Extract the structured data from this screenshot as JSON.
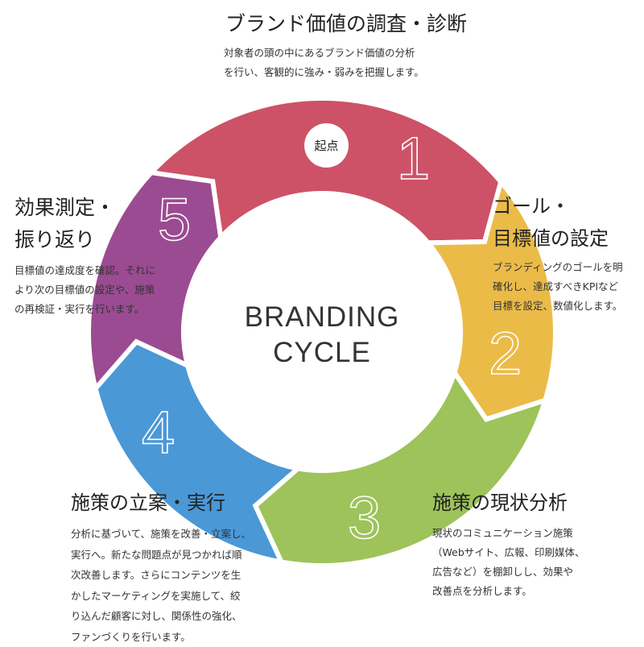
{
  "center_label": {
    "line1": "BRANDING",
    "line2": "CYCLE"
  },
  "start_badge": "起点",
  "steps": [
    {
      "number": "1",
      "color": "#cd5267",
      "title": [
        "ブランド価値の調査・診断"
      ],
      "desc": [
        "対象者の頭の中にあるブランド価値の分析",
        "を行い、客観的に強み・弱みを把握します。"
      ]
    },
    {
      "number": "2",
      "color": "#ebbb48",
      "title": [
        "ゴール・",
        "目標値の設定"
      ],
      "desc": [
        "ブランディングのゴールを明",
        "確化し、達成すべきKPIなど",
        "目標を設定、数値化します。"
      ]
    },
    {
      "number": "3",
      "color": "#9dc35a",
      "title": [
        "施策の現状分析"
      ],
      "desc": [
        "現状のコミュニケーション施策",
        "（Webサイト、広報、印刷媒体、",
        "広告など）を棚卸しし、効果や",
        "改善点を分析します。"
      ]
    },
    {
      "number": "4",
      "color": "#4b98d6",
      "title": [
        "施策の立案・実行"
      ],
      "desc": [
        "分析に基づいて、施策を改善・立案し、",
        "実行へ。新たな問題点が見つかれば順",
        "次改善します。さらにコンテンツを生",
        "かしたマーケティングを実施して、絞",
        "り込んだ顧客に対し、関係性の強化、",
        "ファンづくりを行います。"
      ]
    },
    {
      "number": "5",
      "color": "#9b4b92",
      "title": [
        "効果測定・",
        "振り返り"
      ],
      "desc": [
        "目標値の達成度を確認。それに",
        "より次の目標値の設定や、施策",
        "の再検証・実行を行います。"
      ]
    }
  ]
}
